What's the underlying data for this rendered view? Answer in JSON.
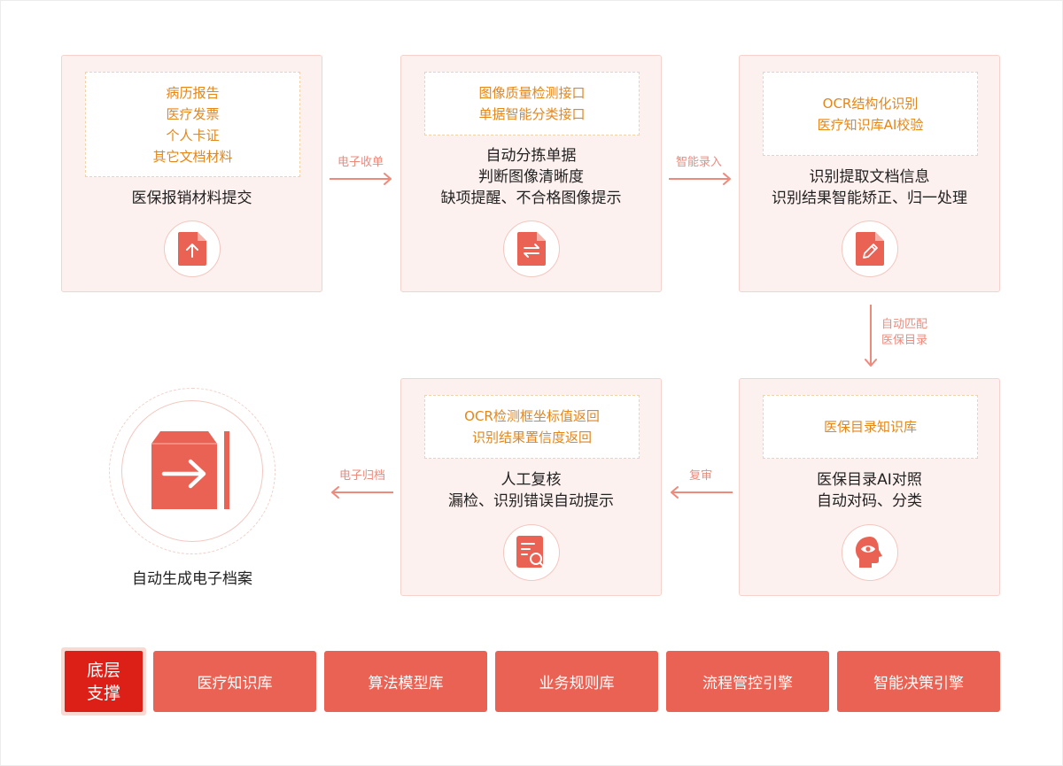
{
  "steps": {
    "submit": {
      "tags": [
        "病历报告",
        "医疗发票",
        "个人卡证",
        "其它文档材料"
      ],
      "desc": [
        "医保报销材料提交"
      ],
      "icon": "file-upload-icon"
    },
    "classify": {
      "tags": [
        "图像质量检测接口",
        "单据智能分类接口"
      ],
      "desc": [
        "自动分拣单据",
        "判断图像清晰度",
        "缺项提醒、不合格图像提示"
      ],
      "icon": "file-transfer-icon"
    },
    "ocr": {
      "tags": [
        "OCR结构化识别",
        "医疗知识库AI校验"
      ],
      "desc": [
        "识别提取文档信息",
        "识别结果智能矫正、归一处理"
      ],
      "icon": "file-edit-icon"
    },
    "match": {
      "tags": [
        "医保目录知识库"
      ],
      "desc": [
        "医保目录AI对照",
        "自动对码、分类"
      ],
      "icon": "brain-eye-icon"
    },
    "review": {
      "tags": [
        "OCR检测框坐标值返回",
        "识别结果置信度返回"
      ],
      "desc": [
        "人工复核",
        "漏检、识别错误自动提示"
      ],
      "icon": "document-search-icon"
    }
  },
  "arrows": {
    "a1": [
      "电子收单"
    ],
    "a2": [
      "智能录入"
    ],
    "a3": [
      "自动匹配",
      "医保目录"
    ],
    "a4": [
      "复审"
    ],
    "a5": [
      "电子归档"
    ]
  },
  "final": {
    "label": "自动生成电子档案",
    "icon": "archive-export-icon"
  },
  "base": {
    "label": [
      "底层",
      "支撑"
    ],
    "items": [
      "医疗知识库",
      "算法模型库",
      "业务规则库",
      "流程管控引擎",
      "智能决策引擎"
    ]
  },
  "colors": {
    "accent": "#ea6254",
    "tag_text": "#e4861a",
    "arrow": "#ee8a7c",
    "card_bg": "#fdf1ef",
    "base_label": "#dc2018"
  }
}
